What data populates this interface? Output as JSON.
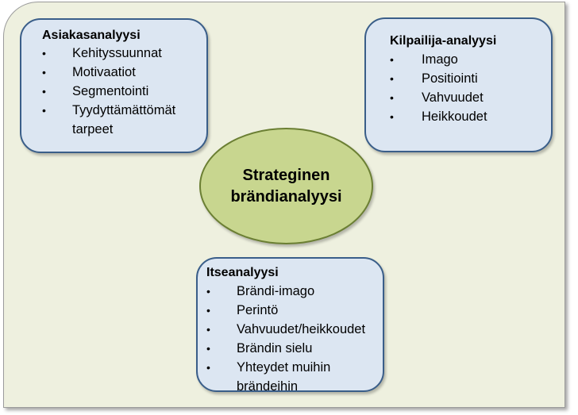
{
  "center": {
    "line1": "Strateginen",
    "line2": "brändianalyysi"
  },
  "cards": {
    "left": {
      "title": "Asiakasanalyysi",
      "items": [
        {
          "bullet": "•",
          "text": "Kehityssuunnat"
        },
        {
          "bullet": "•",
          "text": "Motivaatiot"
        },
        {
          "bullet": "•",
          "text": "Segmentointi"
        },
        {
          "bullet": "•",
          "text": "Tyydyttämättömät",
          "text2": "tarpeet"
        }
      ]
    },
    "right": {
      "title": "Kilpailija-analyysi",
      "items": [
        {
          "bullet": "•",
          "text": "Imago"
        },
        {
          "bullet": "•",
          "text": "Positiointi"
        },
        {
          "bullet": "•",
          "text": "Vahvuudet"
        },
        {
          "bullet": "•",
          "text": "Heikkoudet"
        }
      ]
    },
    "bottom": {
      "title": "Itseanalyysi",
      "items": [
        {
          "bullet": "•",
          "text": "Brändi-imago"
        },
        {
          "bullet": "•",
          "text": "Perintö"
        },
        {
          "bullet": "•",
          "text": "Vahvuudet/heikkoudet"
        },
        {
          "bullet": "•",
          "text": "Brändin sielu"
        },
        {
          "bullet": "•",
          "text": "Yhteydet muihin",
          "text2": "brändeihin"
        }
      ]
    }
  },
  "colors": {
    "background": "#eef0df",
    "card_fill": "#dce6f2",
    "card_border": "#3a5e89",
    "ellipse_fill": "#c8d68f",
    "ellipse_border": "#6b7f33"
  }
}
